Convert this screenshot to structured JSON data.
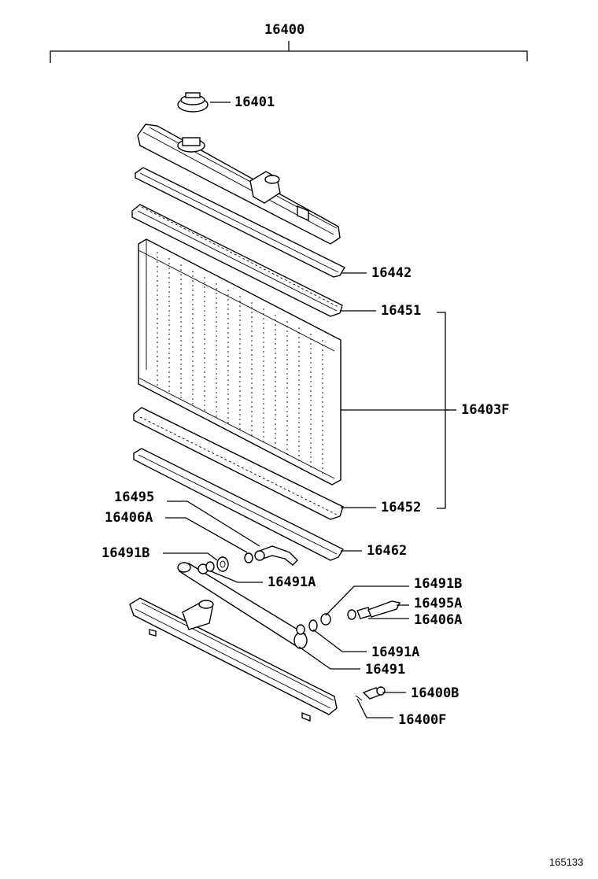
{
  "diagram": {
    "assembly_number": "16400",
    "diagram_id": "165133",
    "parts": {
      "p16401": "16401",
      "p16442": "16442",
      "p16451": "16451",
      "p16403F": "16403F",
      "p16452": "16452",
      "p16495": "16495",
      "p16406A_left": "16406A",
      "p16462": "16462",
      "p16491B_left": "16491B",
      "p16491A_left": "16491A",
      "p16491B_right": "16491B",
      "p16495A": "16495A",
      "p16406A_right": "16406A",
      "p16491A_right": "16491A",
      "p16491": "16491",
      "p16400B": "16400B",
      "p16400F": "16400F"
    }
  }
}
